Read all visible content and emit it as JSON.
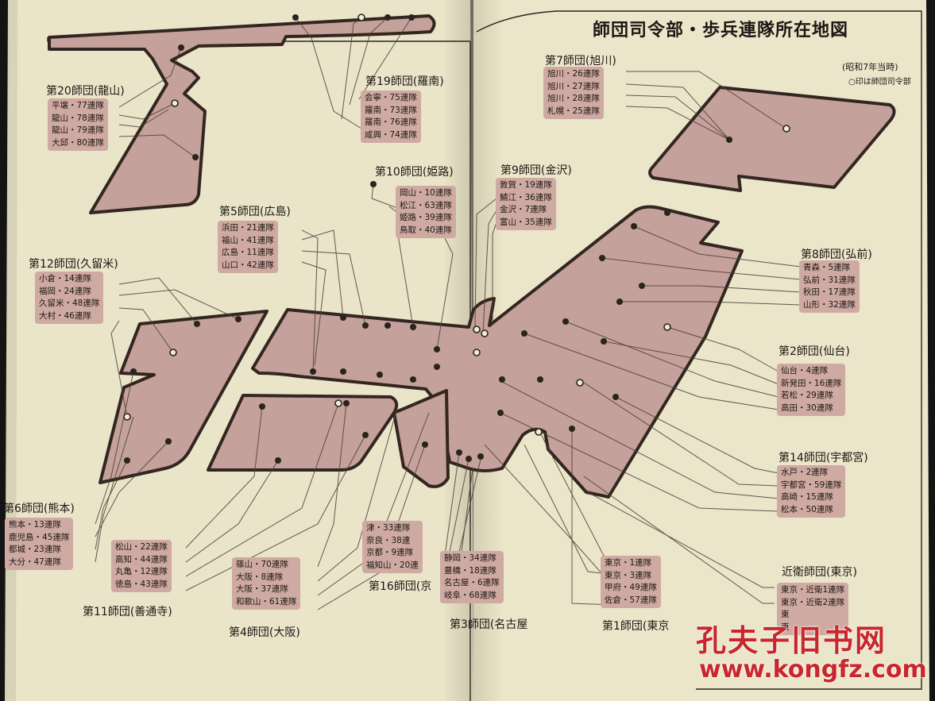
{
  "title": "師団司令部・歩兵連隊所在地図",
  "subtitle": "(昭和7年当時)",
  "legend": "○印は師団司令部",
  "watermark": {
    "cn": "孔夫子旧书网",
    "url": "www.kongfz.com"
  },
  "divisions": [
    {
      "name": "第20師団(龍山)",
      "regiments": [
        "平壌・77連隊",
        "龍山・78連隊",
        "龍山・79連隊",
        "大邱・80連隊"
      ]
    },
    {
      "name": "第19師団(羅南)",
      "regiments": [
        "会寧・75連隊",
        "羅南・73連隊",
        "羅南・76連隊",
        "咸興・74連隊"
      ]
    },
    {
      "name": "第7師団(旭川)",
      "regiments": [
        "旭川・26連隊",
        "旭川・27連隊",
        "旭川・28連隊",
        "札幌・25連隊"
      ]
    },
    {
      "name": "第10師団(姫路)",
      "regiments": [
        "岡山・10連隊",
        "松江・63連隊",
        "姫路・39連隊",
        "鳥取・40連隊"
      ]
    },
    {
      "name": "第9師団(金沢)",
      "regiments": [
        "敦賀・19連隊",
        "鯖江・36連隊",
        "金沢・7連隊",
        "富山・35連隊"
      ]
    },
    {
      "name": "第5師団(広島)",
      "regiments": [
        "浜田・21連隊",
        "福山・41連隊",
        "広島・11連隊",
        "山口・42連隊"
      ]
    },
    {
      "name": "第8師団(弘前)",
      "regiments": [
        "青森・5連隊",
        "弘前・31連隊",
        "秋田・17連隊",
        "山形・32連隊"
      ]
    },
    {
      "name": "第12師団(久留米)",
      "regiments": [
        "小倉・14連隊",
        "福岡・24連隊",
        "久留米・48連隊",
        "大村・46連隊"
      ]
    },
    {
      "name": "第2師団(仙台)",
      "regiments": [
        "仙台・4連隊",
        "新発田・16連隊",
        "若松・29連隊",
        "高田・30連隊"
      ]
    },
    {
      "name": "第14師団(宇都宮)",
      "regiments": [
        "水戸・2連隊",
        "宇都宮・59連隊",
        "高崎・15連隊",
        "松本・50連隊"
      ]
    },
    {
      "name": "第6師団(熊本)",
      "regiments": [
        "熊本・13連隊",
        "鹿児島・45連隊",
        "都城・23連隊",
        "大分・47連隊"
      ]
    },
    {
      "name": "第11師団(善通寺)",
      "regiments": [
        "松山・22連隊",
        "高知・44連隊",
        "丸亀・12連隊",
        "徳島・43連隊"
      ]
    },
    {
      "name": "第4師団(大阪)",
      "regiments": [
        "篠山・70連隊",
        "大阪・8連隊",
        "大阪・37連隊",
        "和歌山・61連隊"
      ]
    },
    {
      "name": "第16師団(京",
      "regiments": [
        "津・33連隊",
        "奈良・38連",
        "京都・9連隊",
        "福知山・20連"
      ]
    },
    {
      "name": "第3師団(名古屋",
      "regiments": [
        "静岡・34連隊",
        "豊橋・18連隊",
        "名古屋・6連隊",
        "岐阜・68連隊"
      ]
    },
    {
      "name": "第1師団(東京",
      "regiments": [
        "東京・1連隊",
        "東京・3連隊",
        "甲府・49連隊",
        "佐倉・57連隊"
      ]
    },
    {
      "name": "近衛師団(東京)",
      "regiments": [
        "東京・近衛1連隊",
        "東京・近衛2連隊",
        "東",
        "東"
      ]
    }
  ]
}
